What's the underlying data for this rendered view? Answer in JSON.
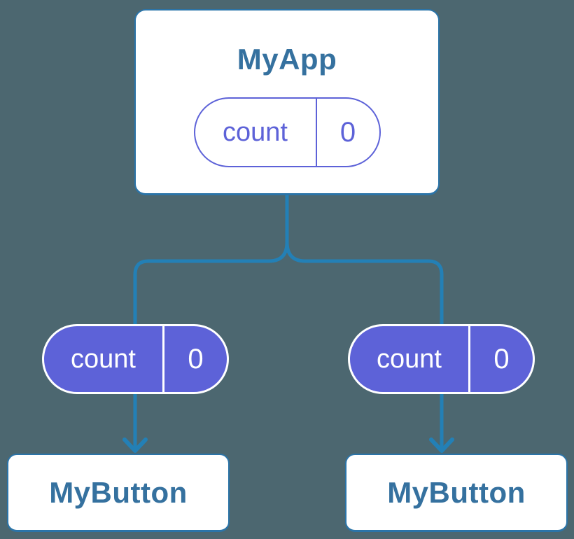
{
  "colors": {
    "bg": "#4C6770",
    "line": "#2380B6",
    "border": "#2B74A8",
    "node_bg": "#FFFFFF",
    "title": "#35719F",
    "purple": "#5D62D8"
  },
  "root_node": {
    "title": "MyApp",
    "state_pill": {
      "key": "count",
      "value": "0"
    }
  },
  "left_branch": {
    "prop_pill": {
      "key": "count",
      "value": "0"
    },
    "node_title": "MyButton"
  },
  "right_branch": {
    "prop_pill": {
      "key": "count",
      "value": "0"
    },
    "node_title": "MyButton"
  }
}
